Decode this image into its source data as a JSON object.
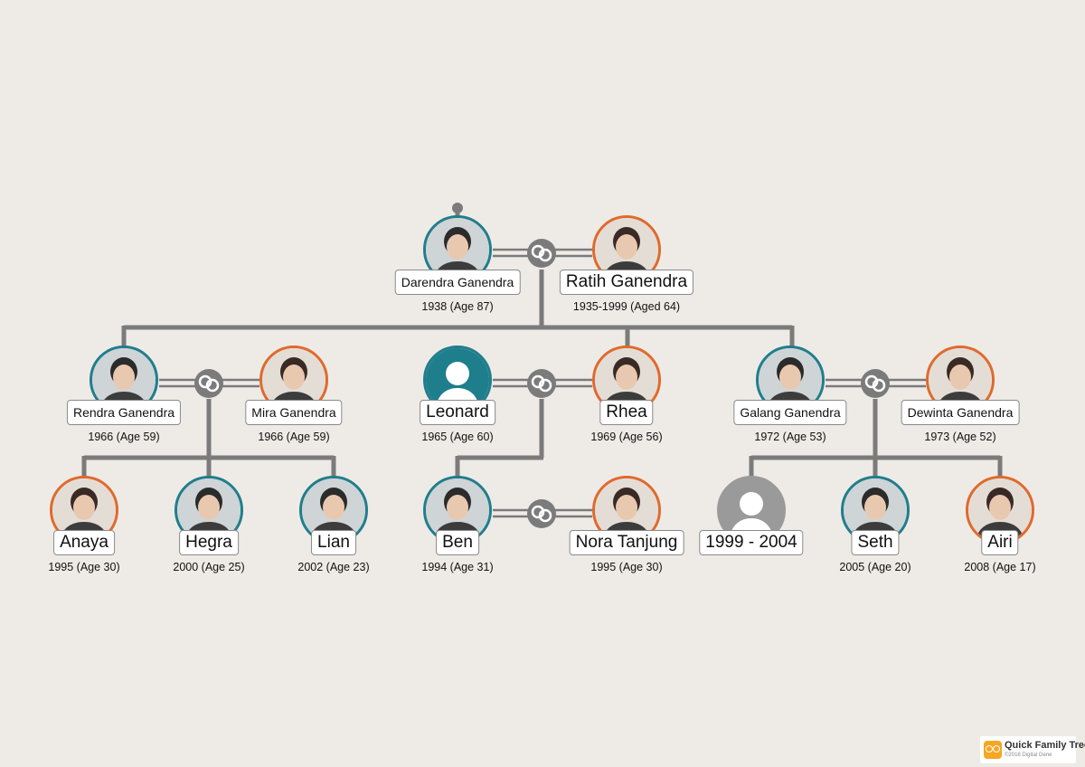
{
  "colors": {
    "male": "#1f7e8c",
    "female": "#e06a2c",
    "unknown": "#9a9a9a",
    "line": "#7b7b7b",
    "background": "#eeebe7"
  },
  "people": {
    "darendra": {
      "name": "Darendra Ganendra",
      "dates": "1938 (Age 87)",
      "gender": "male",
      "photo": "person-photo-icon"
    },
    "ratih": {
      "name": "Ratih Ganendra",
      "dates": "1935-1999 (Aged 64)",
      "gender": "female",
      "photo": "person-photo-icon"
    },
    "rendra": {
      "name": "Rendra Ganendra",
      "dates": "1966 (Age 59)",
      "gender": "male",
      "photo": "person-photo-icon"
    },
    "mira": {
      "name": "Mira Ganendra",
      "dates": "1966 (Age 59)",
      "gender": "female",
      "photo": "person-photo-icon"
    },
    "leonard": {
      "name": "Leonard",
      "dates": "1965 (Age 60)",
      "gender": "male",
      "photo": "silhouette-icon"
    },
    "rhea": {
      "name": "Rhea",
      "dates": "1969 (Age 56)",
      "gender": "female",
      "photo": "person-photo-icon"
    },
    "galang": {
      "name": "Galang Ganendra",
      "dates": "1972 (Age 53)",
      "gender": "male",
      "photo": "person-photo-icon"
    },
    "dewinta": {
      "name": "Dewinta Ganendra",
      "dates": "1973 (Age 52)",
      "gender": "female",
      "photo": "person-photo-icon"
    },
    "anaya": {
      "name": "Anaya",
      "dates": "1995 (Age 30)",
      "gender": "female",
      "photo": "person-photo-icon"
    },
    "hegra": {
      "name": "Hegra",
      "dates": "2000 (Age 25)",
      "gender": "male",
      "photo": "person-photo-icon"
    },
    "lian": {
      "name": "Lian",
      "dates": "2002 (Age 23)",
      "gender": "male",
      "photo": "person-photo-icon"
    },
    "ben": {
      "name": "Ben",
      "dates": "1994 (Age 31)",
      "gender": "male",
      "photo": "person-photo-icon"
    },
    "nora": {
      "name": "Nora Tanjung",
      "dates": "1995 (Age 30)",
      "gender": "female",
      "photo": "person-photo-icon"
    },
    "unknown": {
      "name": "1999 - 2004",
      "dates": "",
      "gender": "unknown",
      "photo": "silhouette-icon"
    },
    "seth": {
      "name": "Seth",
      "dates": "2005 (Age 20)",
      "gender": "male",
      "photo": "person-photo-icon"
    },
    "airi": {
      "name": "Airi",
      "dates": "2008 (Age 17)",
      "gender": "female",
      "photo": "person-photo-icon"
    }
  },
  "couples": [
    {
      "partners": [
        "darendra",
        "ratih"
      ],
      "link_icon": "marriage-rings-icon"
    },
    {
      "partners": [
        "rendra",
        "mira"
      ],
      "link_icon": "marriage-rings-icon"
    },
    {
      "partners": [
        "leonard",
        "rhea"
      ],
      "link_icon": "marriage-rings-icon"
    },
    {
      "partners": [
        "galang",
        "dewinta"
      ],
      "link_icon": "marriage-rings-icon"
    },
    {
      "partners": [
        "ben",
        "nora"
      ],
      "link_icon": "marriage-rings-icon"
    }
  ],
  "brand": {
    "name": "Quick Family Tree",
    "copyright": "©2018 Digital Gene",
    "icon": "owl-logo-icon"
  }
}
